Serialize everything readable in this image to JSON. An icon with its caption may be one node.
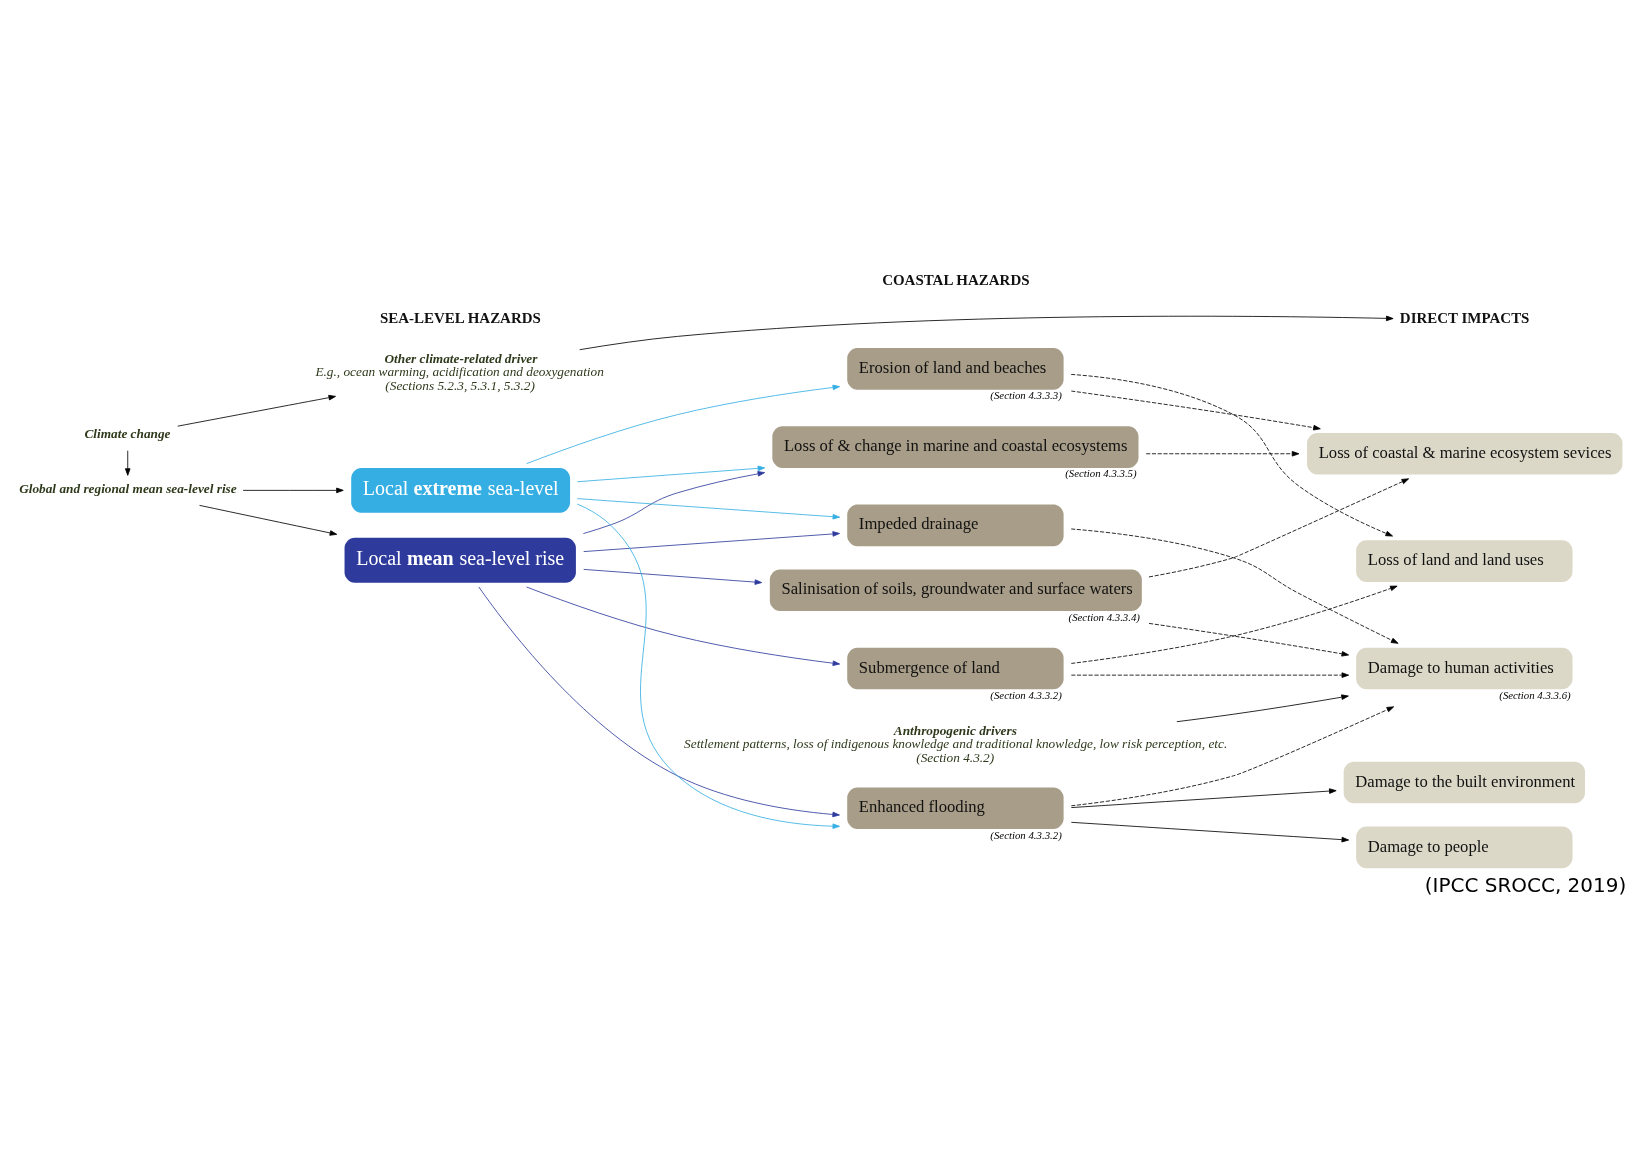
{
  "diagram": {
    "caption": "(IPCC SROCC, 2019)",
    "nodes": [
      {
        "text": [
          "Climate change"
        ]
      },
      {
        "text": [
          "Other climate-related driver",
          "E.g., ocean warming, acidification and deoxygenation",
          "(Sections 5.2.3, 5.3.1, 5.3.2)"
        ]
      },
      {
        "text": [
          "Global and regional mean sea-level rise"
        ]
      },
      {
        "text": [
          "SEA-LEVEL HAZARDS"
        ]
      },
      {
        "text": [
          "COASTAL HAZARDS"
        ]
      },
      {
        "text": [
          "DIRECT IMPACTS"
        ]
      },
      {
        "text": [
          "Local **mean** sea-level rise"
        ]
      },
      {
        "text": [
          "Local **extreme** sea-level"
        ]
      },
      {
        "text": [
          "Submergence of land"
        ],
        "beside": [
          "(Section 4.3.3.2)"
        ]
      },
      {
        "text": [
          "Enhanced flooding"
        ],
        "beside": [
          "(Section 4.3.3.2)"
        ]
      },
      {
        "text": [
          "Erosion of land and beaches"
        ],
        "beside": [
          "(Section 4.3.3.3)"
        ]
      },
      {
        "text": [
          "Salinisation of soils, groundwater and surface waters"
        ],
        "beside": [
          "(Section 4.3.3.4)"
        ]
      },
      {
        "text": [
          "Loss of & change in marine and coastal ecosystems"
        ],
        "beside": [
          "(Section 4.3.3.5)"
        ]
      },
      {
        "text": [
          "Impeded drainage"
        ]
      },
      {
        "text": [
          "Loss of land and land uses"
        ]
      },
      {
        "text": [
          "Loss of coastal & marine ecosystem sevices"
        ]
      },
      {
        "text": [
          "Damage to people"
        ]
      },
      {
        "text": [
          "Damage to the built environment"
        ]
      },
      {
        "text": [
          "Damage to human activities"
        ],
        "beside": [
          "(Section 4.3.3.6)"
        ]
      },
      {
        "text": [
          "Anthropogenic drivers",
          "Settlement patterns, loss of indigenous knowledge and traditional knowledge, low risk perception, etc.",
          "(Section 4.3.2)"
        ]
      }
    ],
    "edges": [
      {
        "from": 0,
        "to": 1,
        "arrow": "to"
      },
      {
        "from": 0,
        "to": 2,
        "arrow": "to"
      },
      {
        "from": 1,
        "to": 5,
        "arrow": "to"
      },
      {
        "from": 2,
        "to": 6,
        "arrow": "to"
      },
      {
        "from": 2,
        "to": 7,
        "arrow": "to"
      },
      {
        "from": 6,
        "to": 8,
        "arrow": "to",
        "color": "#2e3b9c"
      },
      {
        "from": 6,
        "to": 9,
        "arrow": "to",
        "color": "#2e3b9c"
      },
      {
        "from": 6,
        "to": 11,
        "arrow": "to",
        "color": "#2e3b9c"
      },
      {
        "from": 6,
        "to": 12,
        "arrow": "to",
        "color": "#2e3b9c"
      },
      {
        "from": 6,
        "to": 13,
        "arrow": "to",
        "color": "#2e3b9c"
      },
      {
        "from": 7,
        "to": 9,
        "arrow": "to",
        "color": "#35aee3"
      },
      {
        "from": 7,
        "to": 10,
        "arrow": "to",
        "color": "#35aee3"
      },
      {
        "from": 7,
        "to": 12,
        "arrow": "to",
        "color": "#35aee3"
      },
      {
        "from": 7,
        "to": 13,
        "arrow": "to",
        "color": "#35aee3"
      },
      {
        "from": 8,
        "to": 14,
        "arrow": "to",
        "style": "dashed"
      },
      {
        "from": 8,
        "to": 18,
        "arrow": "to",
        "style": "dashed"
      },
      {
        "from": 9,
        "to": 16,
        "arrow": "to"
      },
      {
        "from": 9,
        "to": 17,
        "arrow": "to"
      },
      {
        "from": 9,
        "to": 18,
        "arrow": "to",
        "style": "dashed"
      },
      {
        "from": 10,
        "to": 14,
        "arrow": "to",
        "style": "dashed"
      },
      {
        "from": 10,
        "to": 15,
        "arrow": "to",
        "style": "dashed"
      },
      {
        "from": 11,
        "to": 15,
        "arrow": "to",
        "style": "dashed"
      },
      {
        "from": 11,
        "to": 18,
        "arrow": "to",
        "style": "dashed"
      },
      {
        "from": 12,
        "to": 15,
        "arrow": "to",
        "style": "dashed"
      },
      {
        "from": 13,
        "to": 18,
        "arrow": "to",
        "style": "dashed"
      },
      {
        "from": 19,
        "to": 18,
        "arrow": "to"
      }
    ]
  }
}
